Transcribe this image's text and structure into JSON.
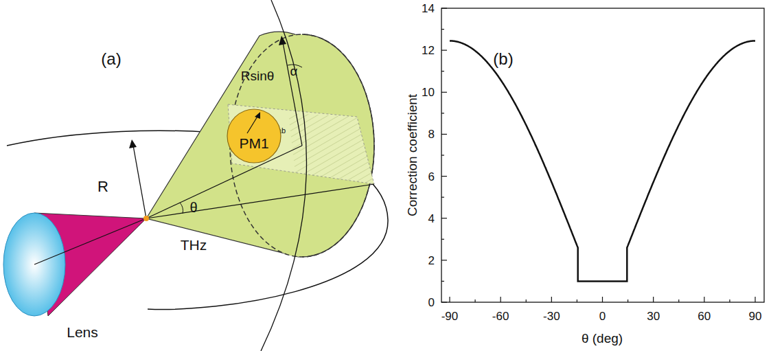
{
  "diagram": {
    "nodes": [
      {
        "text": [
          "PM1"
        ]
      }
    ],
    "labels": [
      "(a)",
      "R",
      "Rsinθ",
      "α",
      "R",
      "parab",
      "θ",
      "THz",
      "Lens",
      "(b)",
      "14",
      "12",
      "10",
      "8",
      "6",
      "4",
      "2",
      "0",
      "-90",
      "-60",
      "-30",
      "0",
      "30",
      "60",
      "90",
      "Correction coefficient",
      "θ (deg)"
    ]
  }
}
